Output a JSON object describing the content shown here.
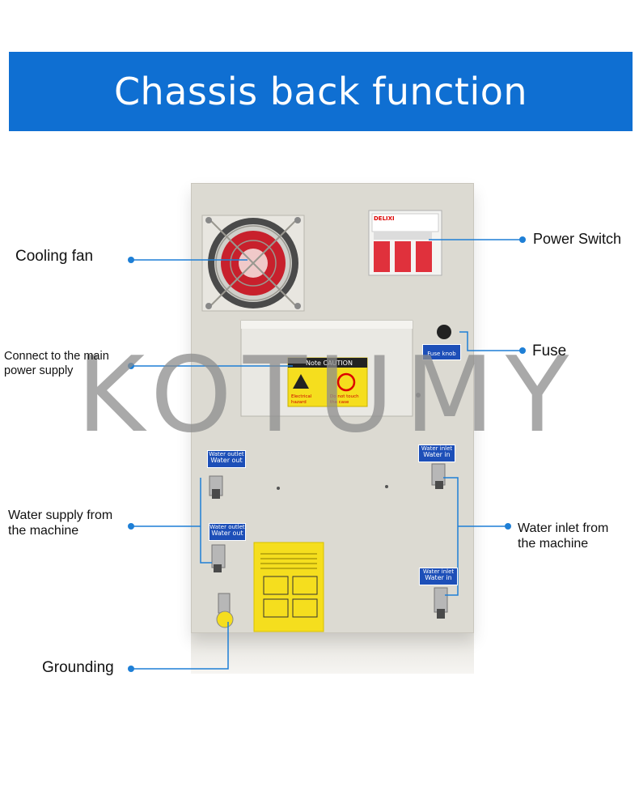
{
  "header": {
    "title": "Chassis back function",
    "color": "#0f6fd2"
  },
  "watermark": "KOTUMY",
  "callouts": {
    "cooling_fan": "Cooling fan",
    "power_switch": "Power Switch",
    "fuse": "Fuse",
    "connect_main_line1": "Connect to the main",
    "connect_main_line2": "power supply",
    "water_supply_line1": "Water supply from",
    "water_supply_line2": "the machine",
    "water_inlet_line1": "Water inlet from",
    "water_inlet_line2": "the machine",
    "grounding": "Grounding"
  },
  "panel_tags": {
    "fuse_knob": "Fuse knob",
    "water_out_1_top": "Water outlet",
    "water_out_1": "Water out",
    "water_out_2_top": "Water outlet",
    "water_out_2": "Water out",
    "water_in_1_top": "Water inlet",
    "water_in_1": "Water in",
    "water_in_2_top": "Water inlet",
    "water_in_2": "Water in",
    "caution_header": "Note CAUTION",
    "electrical_hazard": "Electrical hazard",
    "do_not_touch": "Do not touch the case",
    "breaker_brand": "DELIXI"
  },
  "colors": {
    "callout_line": "#1e7fd6",
    "panel": "#dcdad2",
    "caution_yellow": "#f5de1e",
    "breaker_red": "#e0313c"
  },
  "icons": [
    "cooling-fan-icon",
    "circuit-breaker-icon",
    "fuse-knob-icon",
    "caution-sticker-icon",
    "water-connector-icon",
    "grounding-terminal-icon"
  ]
}
